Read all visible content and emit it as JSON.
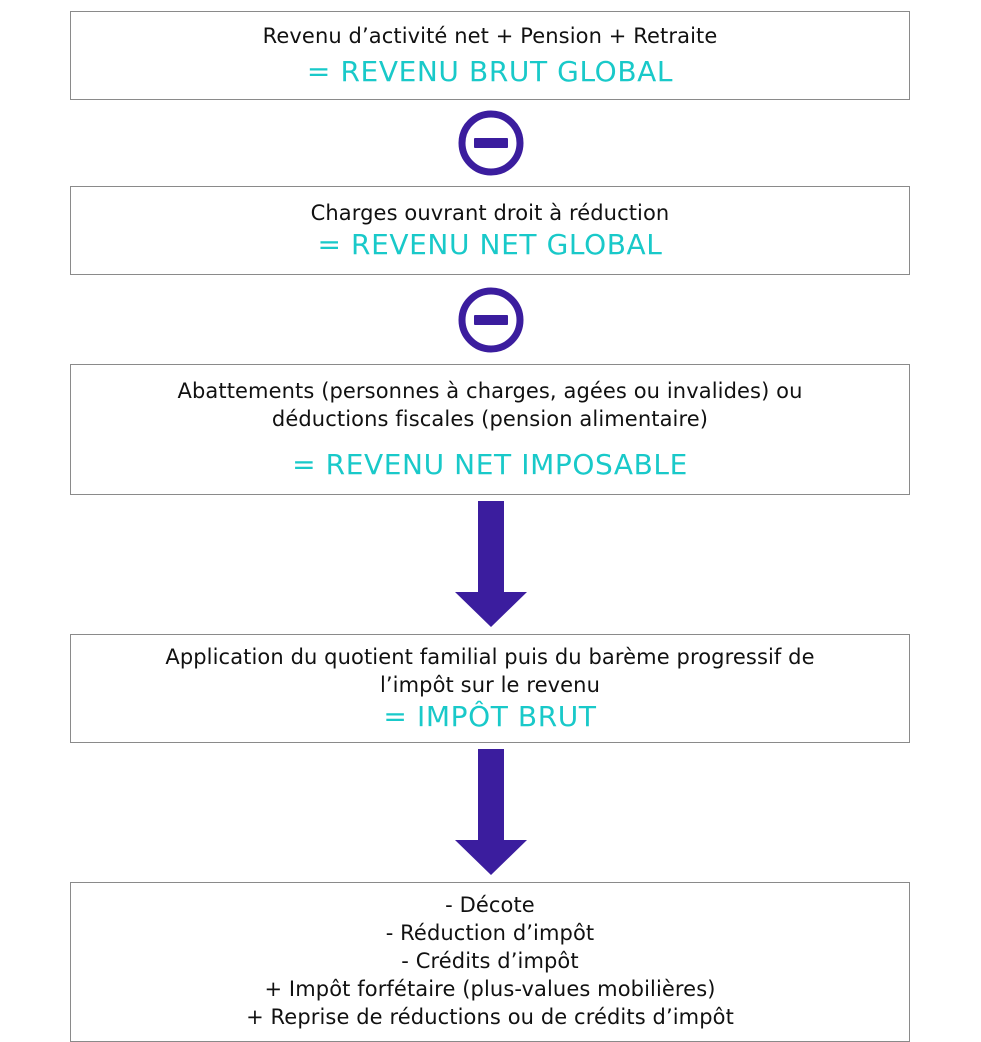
{
  "colors": {
    "accent_text": "#19c9c9",
    "symbol": "#3b1d9e",
    "box_border": "#8a8a8a",
    "text": "#111111"
  },
  "icons": {
    "operator": "minus-circle-icon",
    "flow": "down-arrow-icon"
  },
  "steps": [
    {
      "lines": [
        "Revenu d’activité net + Pension + Retraite"
      ],
      "result": "= REVENU BRUT GLOBAL"
    },
    {
      "lines": [
        "Charges ouvrant droit à réduction"
      ],
      "result": "= REVENU NET GLOBAL"
    },
    {
      "lines": [
        "Abattements (personnes à charges, agées ou invalides) ou",
        "déductions fiscales (pension alimentaire)"
      ],
      "result": "= REVENU NET IMPOSABLE"
    },
    {
      "lines": [
        "Application du quotient familial puis du barème progressif de",
        "l’impôt sur le revenu"
      ],
      "result": "= IMPÔT BRUT"
    },
    {
      "lines": [
        "- Décote",
        "- Réduction d’impôt",
        "- Crédits d’impôt",
        "+ Impôt forfétaire (plus-values mobilières)",
        "+ Reprise de réductions ou de crédits d’impôt"
      ]
    }
  ]
}
